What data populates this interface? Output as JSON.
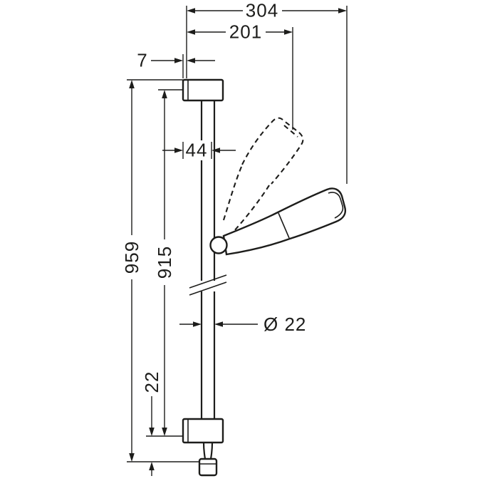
{
  "drawing": {
    "dimensions": {
      "d304": "304",
      "d201": "201",
      "d7": "7",
      "d44": "44",
      "d959": "959",
      "d915": "915",
      "d22": "22",
      "diameter": "Ø 22"
    },
    "colors": {
      "line": "#1d1d1b",
      "background": "#ffffff"
    }
  }
}
